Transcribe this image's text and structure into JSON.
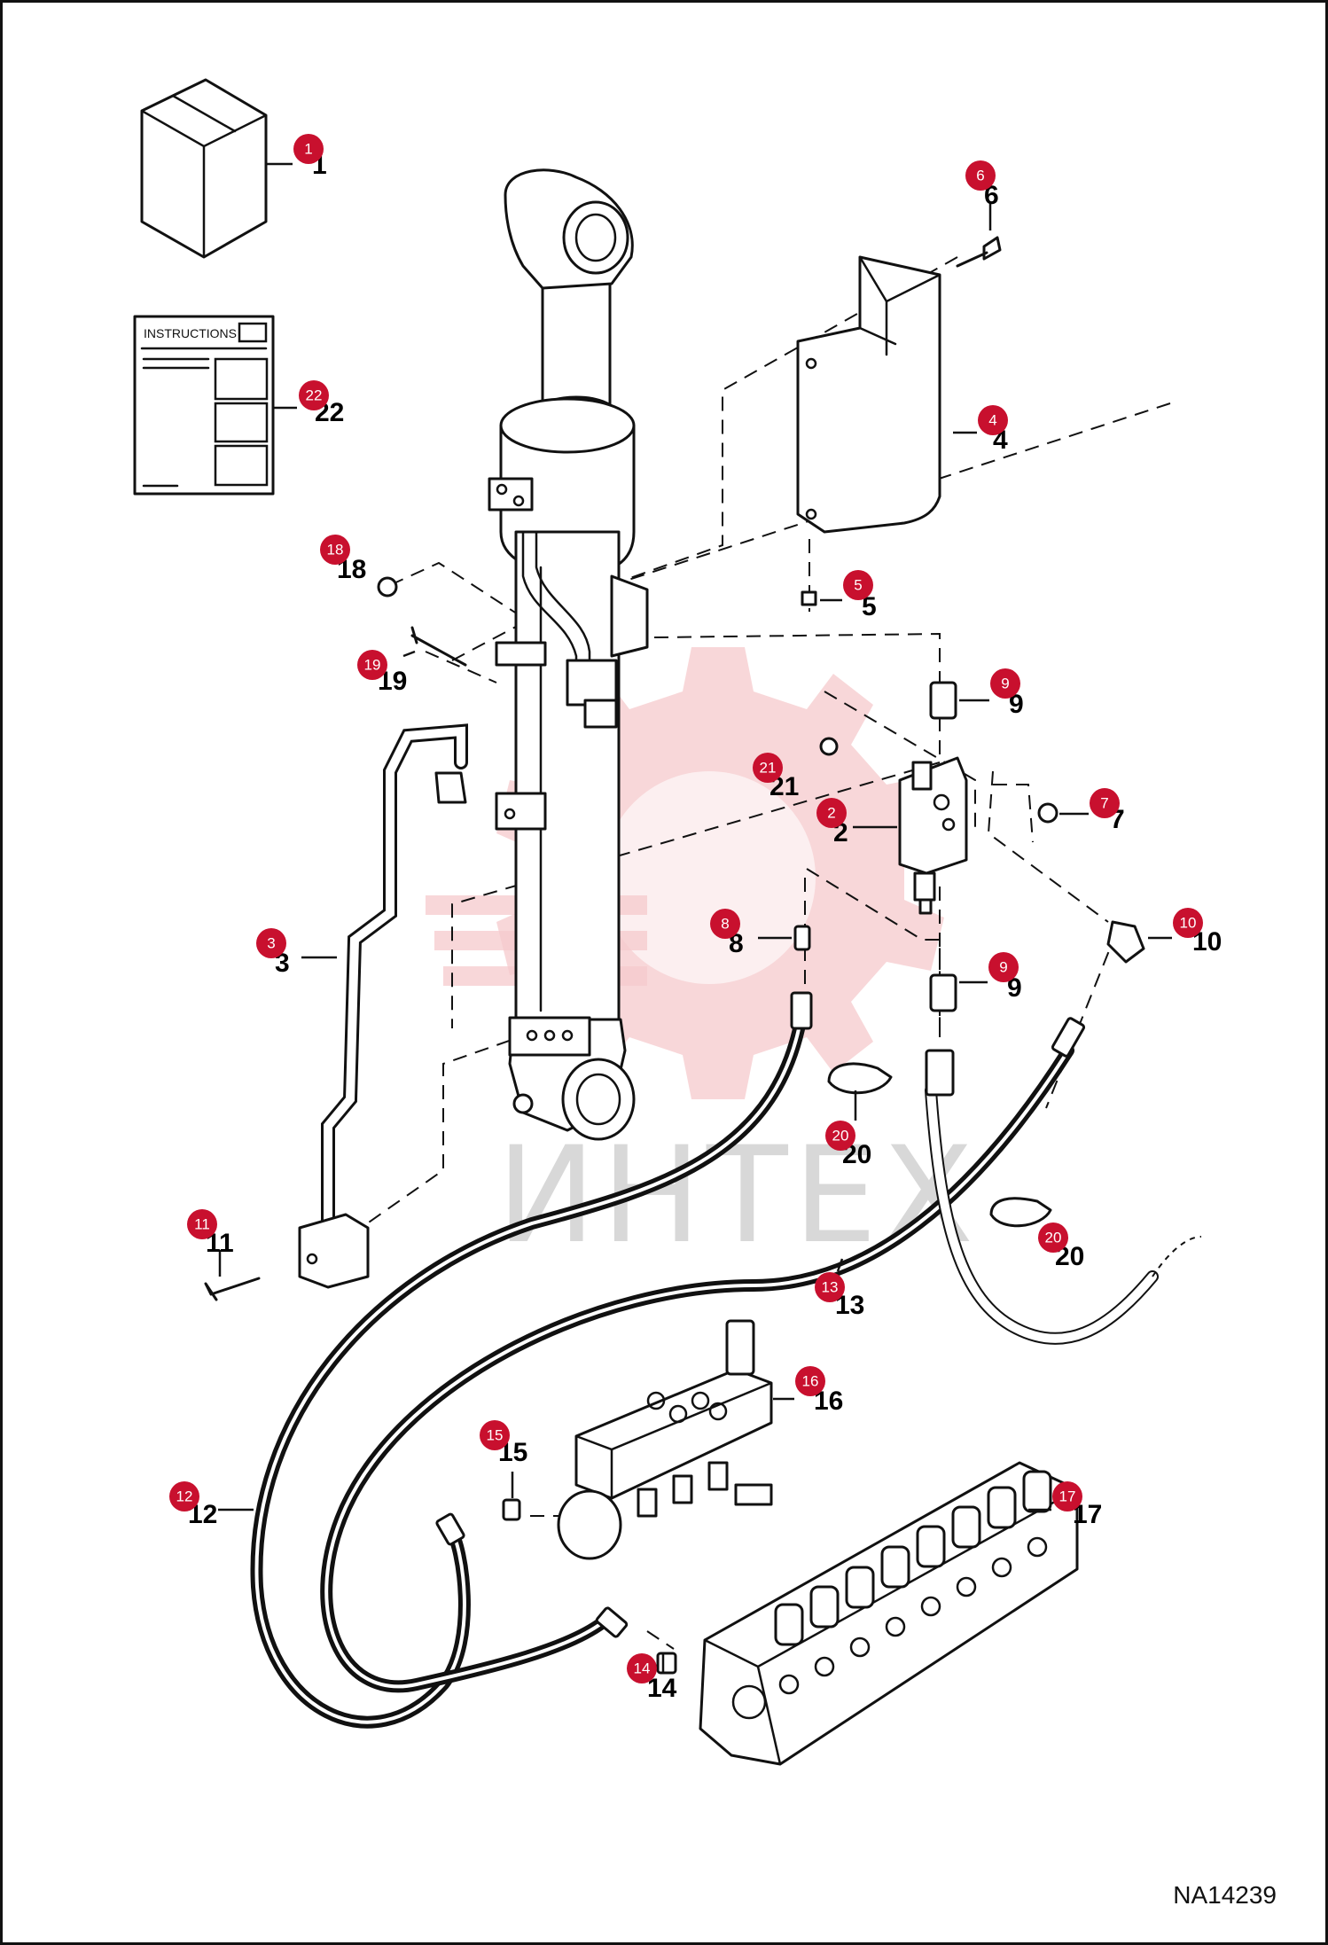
{
  "watermark": {
    "text": "ИНТЕХ",
    "color": "#f6c9cc"
  },
  "instructions_sheet": {
    "title": "INSTRUCTIONS"
  },
  "reference_code": "NA14239",
  "callout_color": "#c8102e",
  "callouts": [
    {
      "id": "1",
      "badge": "1",
      "label": "1",
      "part": "kit-box"
    },
    {
      "id": "22",
      "badge": "22",
      "label": "22",
      "part": "instructions"
    },
    {
      "id": "6",
      "badge": "6",
      "label": "6",
      "part": "bolt"
    },
    {
      "id": "4",
      "badge": "4",
      "label": "4",
      "part": "guard"
    },
    {
      "id": "5",
      "badge": "5",
      "label": "5",
      "part": "bolt"
    },
    {
      "id": "18",
      "badge": "18",
      "label": "18",
      "part": "nut"
    },
    {
      "id": "19",
      "badge": "19",
      "label": "19",
      "part": "bolt"
    },
    {
      "id": "9a",
      "badge": "9",
      "label": "9",
      "part": "fitting"
    },
    {
      "id": "21",
      "badge": "21",
      "label": "21",
      "part": "washer"
    },
    {
      "id": "2",
      "badge": "2",
      "label": "2",
      "part": "valve"
    },
    {
      "id": "7",
      "badge": "7",
      "label": "7",
      "part": "nut"
    },
    {
      "id": "3",
      "badge": "3",
      "label": "3",
      "part": "tube"
    },
    {
      "id": "8",
      "badge": "8",
      "label": "8",
      "part": "fitting"
    },
    {
      "id": "10",
      "badge": "10",
      "label": "10",
      "part": "elbow"
    },
    {
      "id": "9b",
      "badge": "9",
      "label": "9",
      "part": "fitting"
    },
    {
      "id": "20a",
      "badge": "20",
      "label": "20",
      "part": "clamp"
    },
    {
      "id": "20b",
      "badge": "20",
      "label": "20",
      "part": "clamp"
    },
    {
      "id": "11",
      "badge": "11",
      "label": "11",
      "part": "bolt"
    },
    {
      "id": "13",
      "badge": "13",
      "label": "13",
      "part": "hose"
    },
    {
      "id": "16",
      "badge": "16",
      "label": "16",
      "part": "manifold"
    },
    {
      "id": "15",
      "badge": "15",
      "label": "15",
      "part": "fitting"
    },
    {
      "id": "12",
      "badge": "12",
      "label": "12",
      "part": "hose"
    },
    {
      "id": "17",
      "badge": "17",
      "label": "17",
      "part": "control-valve"
    },
    {
      "id": "14",
      "badge": "14",
      "label": "14",
      "part": "fitting"
    }
  ]
}
